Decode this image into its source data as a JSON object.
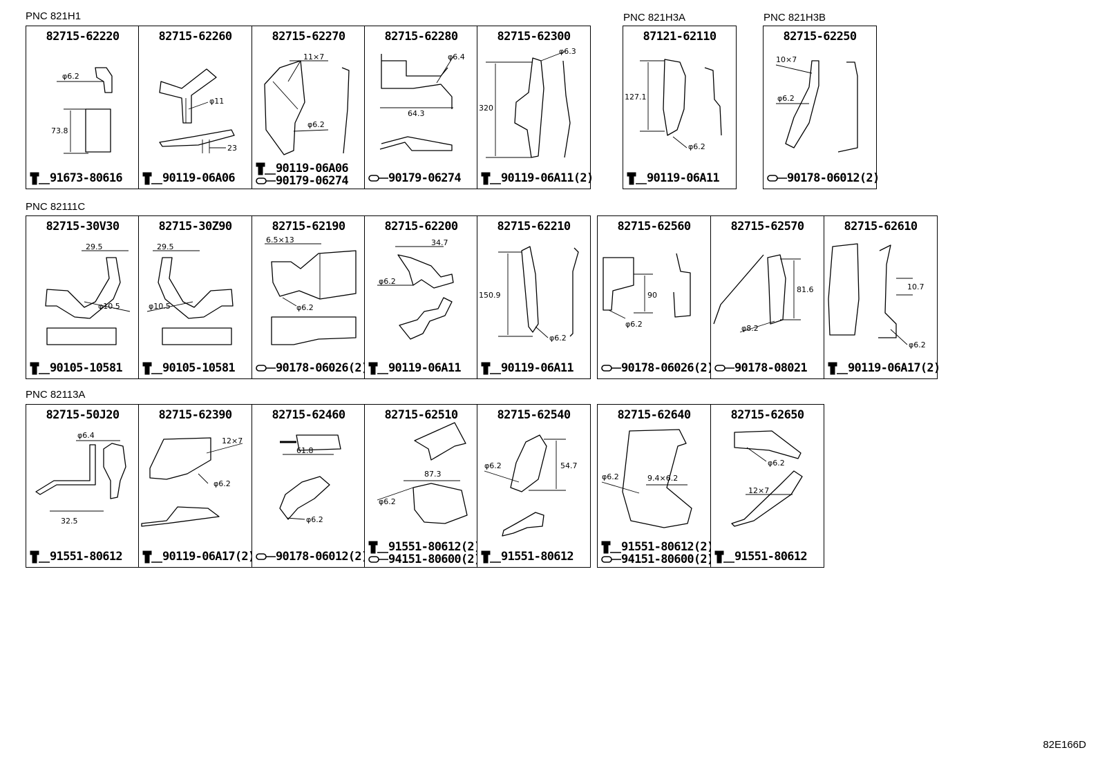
{
  "groups": [
    {
      "label": "PNC 821H1"
    },
    {
      "label": "PNC 821H3A"
    },
    {
      "label": "PNC 821H3B"
    },
    {
      "label": "PNC 82111C"
    },
    {
      "label": "PNC 82113A"
    }
  ],
  "cells": [
    {
      "part": "82715-62220",
      "dims": [
        "φ6.2",
        "73.8"
      ],
      "fasteners": [
        {
          "type": "bolt",
          "code": "91673-80616"
        }
      ]
    },
    {
      "part": "82715-62260",
      "dims": [
        "φ11",
        "23"
      ],
      "fasteners": [
        {
          "type": "bolt",
          "code": "90119-06A06"
        }
      ]
    },
    {
      "part": "82715-62270",
      "dims": [
        "11×7",
        "φ6.2"
      ],
      "fasteners": [
        {
          "type": "bolt",
          "code": "90119-06A06"
        },
        {
          "type": "clip",
          "code": "90179-06274"
        }
      ]
    },
    {
      "part": "82715-62280",
      "dims": [
        "φ6.4",
        "64.3"
      ],
      "fasteners": [
        {
          "type": "clip",
          "code": "90179-06274"
        }
      ]
    },
    {
      "part": "82715-62300",
      "dims": [
        "φ6.3",
        "320"
      ],
      "fasteners": [
        {
          "type": "bolt",
          "code": "90119-06A11(2)"
        }
      ]
    },
    {
      "part": "87121-62110",
      "dims": [
        "127.1",
        "φ6.2"
      ],
      "fasteners": [
        {
          "type": "bolt",
          "code": "90119-06A11"
        }
      ]
    },
    {
      "part": "82715-62250",
      "dims": [
        "10×7",
        "φ6.2"
      ],
      "fasteners": [
        {
          "type": "clip",
          "code": "90178-06012(2)"
        }
      ]
    },
    {
      "part": "82715-30V30",
      "dims": [
        "29.5",
        "φ10.5"
      ],
      "fasteners": [
        {
          "type": "bolt",
          "code": "90105-10581"
        }
      ]
    },
    {
      "part": "82715-30Z90",
      "dims": [
        "29.5",
        "φ10.5"
      ],
      "fasteners": [
        {
          "type": "bolt",
          "code": "90105-10581"
        }
      ]
    },
    {
      "part": "82715-62190",
      "dims": [
        "6.5×13",
        "φ6.2"
      ],
      "fasteners": [
        {
          "type": "clip",
          "code": "90178-06026(2)"
        }
      ]
    },
    {
      "part": "82715-62200",
      "dims": [
        "34.7",
        "φ6.2"
      ],
      "fasteners": [
        {
          "type": "bolt",
          "code": "90119-06A11"
        }
      ]
    },
    {
      "part": "82715-62210",
      "dims": [
        "150.9",
        "φ6.2"
      ],
      "fasteners": [
        {
          "type": "bolt",
          "code": "90119-06A11"
        }
      ]
    },
    {
      "part": "82715-62560",
      "dims": [
        "90",
        "φ6.2"
      ],
      "fasteners": [
        {
          "type": "clip",
          "code": "90178-06026(2)"
        }
      ]
    },
    {
      "part": "82715-62570",
      "dims": [
        "81.6",
        "φ8.2"
      ],
      "fasteners": [
        {
          "type": "clip",
          "code": "90178-08021"
        }
      ]
    },
    {
      "part": "82715-62610",
      "dims": [
        "10.7",
        "φ6.2"
      ],
      "fasteners": [
        {
          "type": "bolt",
          "code": "90119-06A17(2)"
        }
      ]
    },
    {
      "part": "82715-50J20",
      "dims": [
        "φ6.4",
        "32.5"
      ],
      "fasteners": [
        {
          "type": "bolt",
          "code": "91551-80612"
        }
      ]
    },
    {
      "part": "82715-62390",
      "dims": [
        "12×7",
        "φ6.2"
      ],
      "fasteners": [
        {
          "type": "bolt",
          "code": "90119-06A17(2)"
        }
      ]
    },
    {
      "part": "82715-62460",
      "dims": [
        "61.8",
        "φ6.2"
      ],
      "fasteners": [
        {
          "type": "clip",
          "code": "90178-06012(2)"
        }
      ]
    },
    {
      "part": "82715-62510",
      "dims": [
        "87.3",
        "φ6.2"
      ],
      "fasteners": [
        {
          "type": "bolt",
          "code": "91551-80612(2)"
        },
        {
          "type": "clip",
          "code": "94151-80600(2)"
        }
      ]
    },
    {
      "part": "82715-62540",
      "dims": [
        "φ6.2",
        "54.7"
      ],
      "fasteners": [
        {
          "type": "bolt",
          "code": "91551-80612"
        }
      ]
    },
    {
      "part": "82715-62640",
      "dims": [
        "φ6.2",
        "9.4×6.2"
      ],
      "fasteners": [
        {
          "type": "bolt",
          "code": "91551-80612(2)"
        },
        {
          "type": "clip",
          "code": "94151-80600(2)"
        }
      ]
    },
    {
      "part": "82715-62650",
      "dims": [
        "φ6.2",
        "12×7"
      ],
      "fasteners": [
        {
          "type": "bolt",
          "code": "91551-80612"
        }
      ]
    }
  ],
  "figure_code": "82E166D",
  "icons": {
    "bolt": "hex-bolt-icon",
    "clip": "clip-nut-icon"
  }
}
